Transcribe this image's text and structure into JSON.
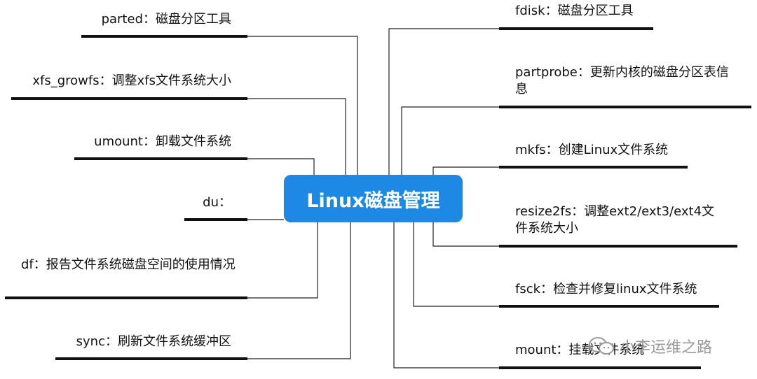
{
  "center": {
    "title": "Linux磁盘管理",
    "color": "#1e88e5"
  },
  "left_branches": [
    {
      "text": "parted：磁盘分区工具"
    },
    {
      "text": "xfs_growfs：调整xfs文件系统大小"
    },
    {
      "text": "umount：卸载文件系统"
    },
    {
      "text": "du："
    },
    {
      "text": "df：报告文件系统磁盘空间的使用情况"
    },
    {
      "text": "sync：刷新文件系统缓冲区"
    }
  ],
  "right_branches": [
    {
      "text": "fdisk：磁盘分区工具"
    },
    {
      "text": "partprobe：更新内核的磁盘分区表信息"
    },
    {
      "text": "mkfs：创建Linux文件系统"
    },
    {
      "text": "resize2fs：调整ext2/ext3/ext4文件系统大小"
    },
    {
      "text": "fsck：检查并修复linux文件系统"
    },
    {
      "text": "mount：挂载文件系统"
    }
  ],
  "watermark": {
    "text": "小李运维之路"
  }
}
